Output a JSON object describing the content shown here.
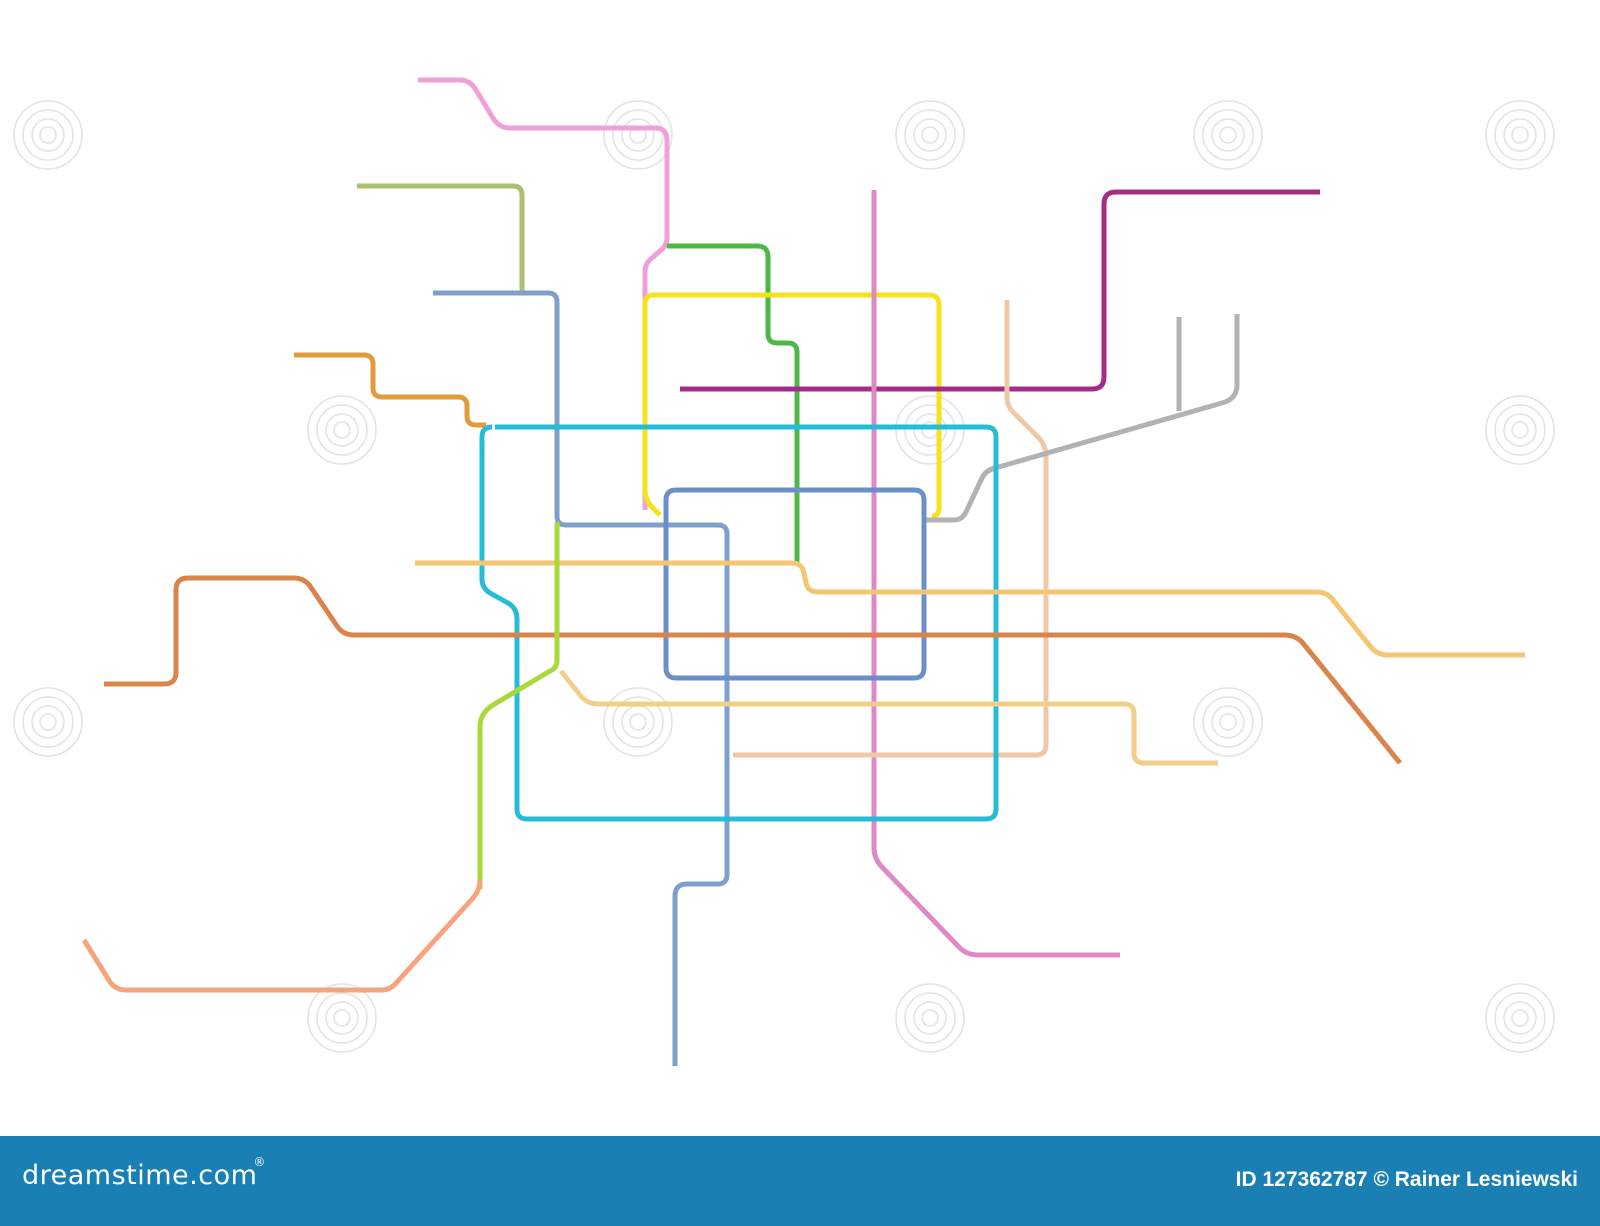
{
  "map": {
    "type": "metro-network-schematic",
    "background_color": "#ffffff",
    "lines": [
      {
        "id": "line-pink-north",
        "color": "#f0a0d8"
      },
      {
        "id": "line-olive-northwest",
        "color": "#a9c173"
      },
      {
        "id": "line-blue-north-south",
        "color": "#7f9fcc"
      },
      {
        "id": "line-orange-west",
        "color": "#e39a3a"
      },
      {
        "id": "line-green-north",
        "color": "#4db848"
      },
      {
        "id": "line-yellow-loop",
        "color": "#f6e21b"
      },
      {
        "id": "line-magenta-east",
        "color": "#a52c86"
      },
      {
        "id": "line-pink-north-south",
        "color": "#e088c4"
      },
      {
        "id": "line-peach-east",
        "color": "#f0c8a8"
      },
      {
        "id": "line-gray-northeast",
        "color": "#b2b2b2"
      },
      {
        "id": "line-cyan-loop",
        "color": "#26bcd7"
      },
      {
        "id": "line-blue-inner-loop",
        "color": "#6b8fcb"
      },
      {
        "id": "line-sand-east-west",
        "color": "#f4c673"
      },
      {
        "id": "line-brown-orange-east-west",
        "color": "#d9844a"
      },
      {
        "id": "line-sand-south",
        "color": "#f3ce8a"
      },
      {
        "id": "line-lime-southwest",
        "color": "#a8d93a"
      },
      {
        "id": "line-salmon-southwest",
        "color": "#f7a37d"
      }
    ]
  },
  "watermark": {
    "text": "dreamstime",
    "color": "#d9d9d9"
  },
  "footer": {
    "background_color": "#1a7fb3",
    "logo_text": "dreamstime.com",
    "registered_mark": "®",
    "credit_text": "ID 127362787 © Rainer Lesniewski"
  }
}
